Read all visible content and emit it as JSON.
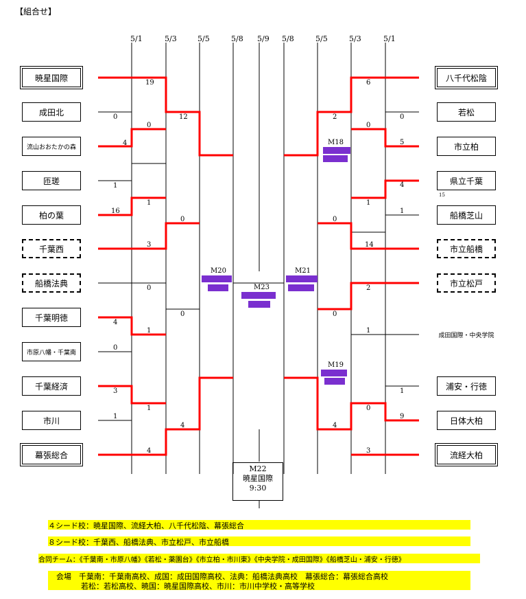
{
  "page": {
    "title": "【組合せ】"
  },
  "dates": [
    "5/1",
    "5/3",
    "5/5",
    "5/8",
    "5/9",
    "5/8",
    "5/5",
    "5/3",
    "5/1"
  ],
  "left_teams": [
    {
      "name": "暁星国際",
      "style": "seed4"
    },
    {
      "name": "成田北",
      "style": "plain"
    },
    {
      "name": "流山おおたかの森",
      "style": "plain"
    },
    {
      "name": "匝瑳",
      "style": "plain"
    },
    {
      "name": "柏の葉",
      "style": "plain"
    },
    {
      "name": "千葉西",
      "style": "seed8"
    },
    {
      "name": "船橋法典",
      "style": "seed8"
    },
    {
      "name": "千葉明徳",
      "style": "plain"
    },
    {
      "name": "市原八幡・千葉南",
      "style": "plain"
    },
    {
      "name": "千葉経済",
      "style": "plain"
    },
    {
      "name": "市川",
      "style": "plain"
    },
    {
      "name": "幕張総合",
      "style": "seed4"
    }
  ],
  "right_teams": [
    {
      "name": "八千代松陰",
      "style": "seed4"
    },
    {
      "name": "若松",
      "style": "plain"
    },
    {
      "name": "市立柏",
      "style": "plain"
    },
    {
      "name": "県立千葉",
      "style": "plain"
    },
    {
      "name": "船橋芝山",
      "style": "plain"
    },
    {
      "name": "市立船橋",
      "style": "seed8"
    },
    {
      "name": "市立松戸",
      "style": "seed8"
    },
    {
      "name": "成田国際・中央学院",
      "style": "plain"
    },
    {
      "name": "浦安・行徳",
      "style": "plain"
    },
    {
      "name": "日体大柏",
      "style": "plain"
    },
    {
      "name": "流経大柏",
      "style": "seed4"
    }
  ],
  "scores": {
    "l1": [
      "19",
      "0",
      "0",
      "1",
      "16",
      "3",
      "0",
      "1",
      "4",
      "0",
      "3",
      "1",
      "4",
      "4"
    ],
    "l2": [
      "12",
      "0",
      "0",
      "4"
    ],
    "r1": [
      "6",
      "0",
      "0",
      "5",
      "4",
      "1",
      "1",
      "14",
      "2",
      "1",
      "0",
      "1",
      "9",
      "3"
    ],
    "r2": [
      "2",
      "0",
      "0",
      "4"
    ],
    "extra_15": "15"
  },
  "matches": {
    "m18": "M18",
    "m19": "M19",
    "m20": "M20",
    "m21": "M21",
    "m23": "M23",
    "m22": {
      "label": "M22",
      "venue": "暁星国際",
      "time": "9:30"
    }
  },
  "notes": {
    "seed4": "４シード校：暁星国際、流経大柏、八千代松陰、幕張総合",
    "seed8": "８シード校：千葉西、船橋法典、市立松戸、市立船橋",
    "joint": "合同チーム：《千葉南・市原八幡》《若松・薬園台》《市立柏・市川東》《中央学院・成田国際》《船橋芝山・浦安・行徳》",
    "venue1": "会場　千葉南：千葉南高校、成国：成田国際高校、法典：船橋法典高校　幕張総合：幕張総合高校",
    "venue2": "若松：若松高校、暁国：暁星国際高校、市川：市川中学校・高等学校"
  },
  "colors": {
    "win_line": "#ff0000",
    "line": "#000000",
    "note_bg": "#ffff00",
    "highlight": "#7a2fcf"
  }
}
